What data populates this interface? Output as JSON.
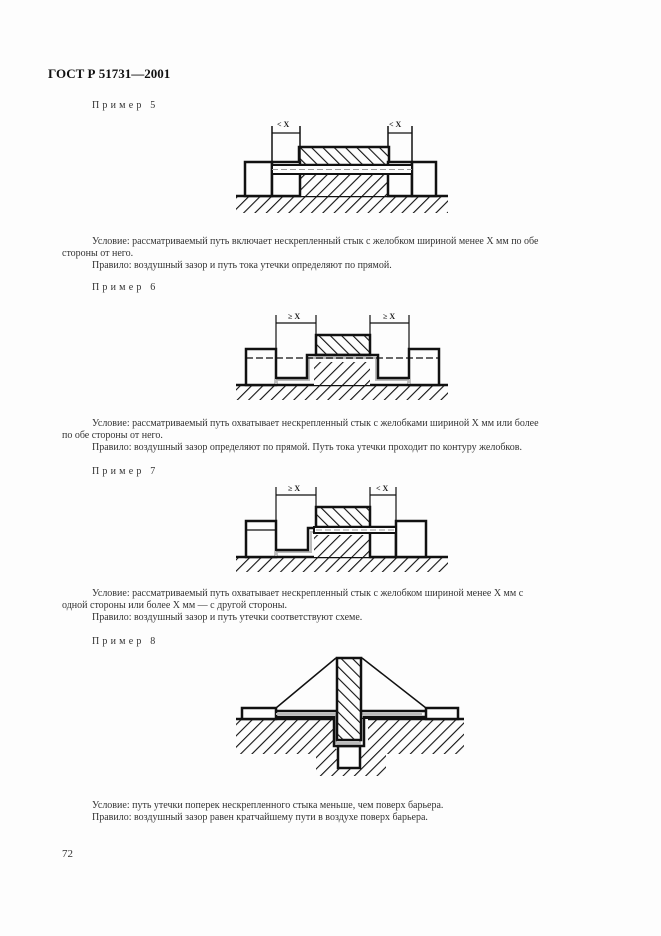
{
  "header": {
    "doc_id": "ГОСТ Р 51731—2001"
  },
  "examples": [
    {
      "label": "Пример 5",
      "dims": {
        "left": "< X",
        "right": "< X"
      },
      "condition_l1": "Условие: рассматриваемый путь включает нескрепленный стык с желобком шириной менее X мм по обе",
      "condition_l2": "стороны от него.",
      "rule": "Правило: воздушный зазор и путь тока утечки определяют по прямой."
    },
    {
      "label": "Пример 6",
      "dims": {
        "left": "≥ X",
        "right": "≥ X"
      },
      "condition_l1": "Условие: рассматриваемый путь охватывает нескрепленный стык с желобками шириной  X мм или более",
      "condition_l2": "по  обе стороны от него.",
      "rule": "Правило: воздушный зазор  определяют по прямой. Путь тока утечки проходит по контуру желобков."
    },
    {
      "label": "Пример 7",
      "dims": {
        "left": "≥ X",
        "right": "< X"
      },
      "condition_l1": "Условие: рассматриваемый путь охватывает нескрепленный стык с желобком шириной  менее X мм с",
      "condition_l2": "одной стороны или более X мм — с другой стороны.",
      "rule": "Правило: воздушный зазор  и путь утечки соответствуют схеме."
    },
    {
      "label": "Пример 8",
      "condition_l1": "Условие: путь утечки поперек нескрепленного стыка меньше, чем поверх барьера.",
      "rule": "Правило: воздушный зазор равен кратчайшему пути в воздухе поверх барьера."
    }
  ],
  "footer": {
    "page_number": "72"
  },
  "colors": {
    "ink": "#111111",
    "path_gray": "#bdbdbd",
    "paper": "#fdfdfd"
  }
}
